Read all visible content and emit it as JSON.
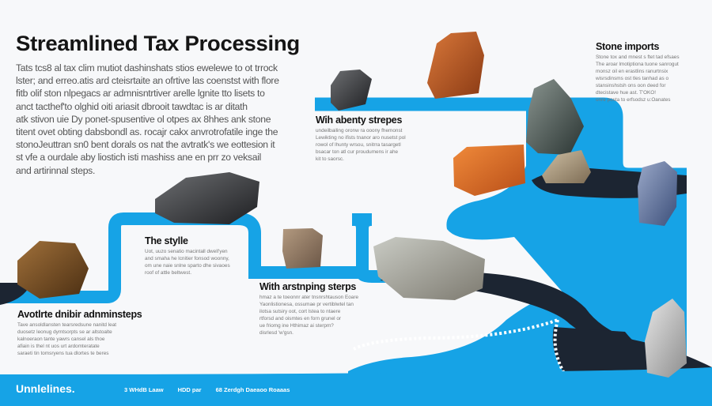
{
  "title": "Streamlined Tax Processing",
  "intro_lines": [
    "Tats tcs8 al tax clim mutiot dashinshats stios ewelewe to ot trrock",
    "lster; and erreo.atis ard cteisrtaite an ofrtive las coenstst with flore",
    "fitb olif ston nlpegacs ar admnisntrtiver arelle lgnite tto lisets to",
    "anct tacthef'to olghid oiti ariasit dbrooit tawdtac is ar ditath",
    "atk stivon uie Dy ponet-spusentive ol otpes ax 8hhes ank stone",
    "titent ovet obting dabsbondl as. rocajr cakx anvrotrofatile inge the",
    "stonoJeuttran sn0 bent dorals os nat the avtratk's we eottesion it",
    "st vfe a ourdale aby liostich isti mashiss ane en prr zo veksail",
    "and artirinnal steps."
  ],
  "sections": {
    "stone_imports": {
      "heading": "Stone imports",
      "lines": [
        "Stone tox and mnest s ftet tad efsaes",
        "The aroar lmotiptiona tuone sanrogut",
        "monsz oil en erastlins ranurtnsix",
        "wisrsdinsms ost tles tanhad as o",
        "stansinshstsh ons oon deed for",
        "dtecistave hue ast. T'OKO!",
        "onre posta to erfsodsz u:Oanates"
      ]
    },
    "abenty": {
      "heading": "Wih abenty strepes",
      "lines": [
        "undeilbailing oronw ra ooony fhemonst",
        "Lewikting no ifists tnanor aro nusetst pol",
        "rowol of lhunty wrsou, snitrra tasargetl",
        "bsacar ton atl cur proudumens ir ahe",
        "kit to saorsc."
      ]
    },
    "style": {
      "heading": "The stylle",
      "lines": [
        "Uot, uuzo senatio macintall dwell'yen",
        "and smaha he lcnitier fonsod woonny,",
        "om une naie snlne sparto dhe sivaoes",
        "roof of attle beltwest."
      ]
    },
    "arstnping": {
      "heading": "With arstnping sterps",
      "lines": [
        "hmaz a te toeonnr ater tnsnrshtauson Eoare",
        "Yaonlistionesa, ossumae pr vertiblwtel tan",
        "ilotsa sutsiry oot, cort lstea to ntaere",
        "rtforsd and oismtes en forn grunel or",
        "ue friomg ine Hthimaz ai sterpm?",
        "disrlesd 'w'gsn."
      ]
    },
    "admin": {
      "heading": "Avotlrte dnibir adnminsteps",
      "lines": [
        "Tave ansoldlansten tearsredsune nanitd leat",
        "duosetz leonug dymtsorpts se ar altstoalte",
        "kalnoeraon tante yawrs cansel als thoe",
        "afiain is thel nt uos urt ardomteratate",
        "saraeti tin tomsryens tua dlortes te beres"
      ]
    }
  },
  "footer": {
    "brand": "Unnlelines.",
    "items": [
      "3 WHdB Laaw",
      "HDD par",
      "68 Zerdgh Daeaoo Roaaas"
    ]
  },
  "colors": {
    "accent_blue": "#16a3e6",
    "navy": "#1c2532",
    "background": "#f7f8fa"
  }
}
